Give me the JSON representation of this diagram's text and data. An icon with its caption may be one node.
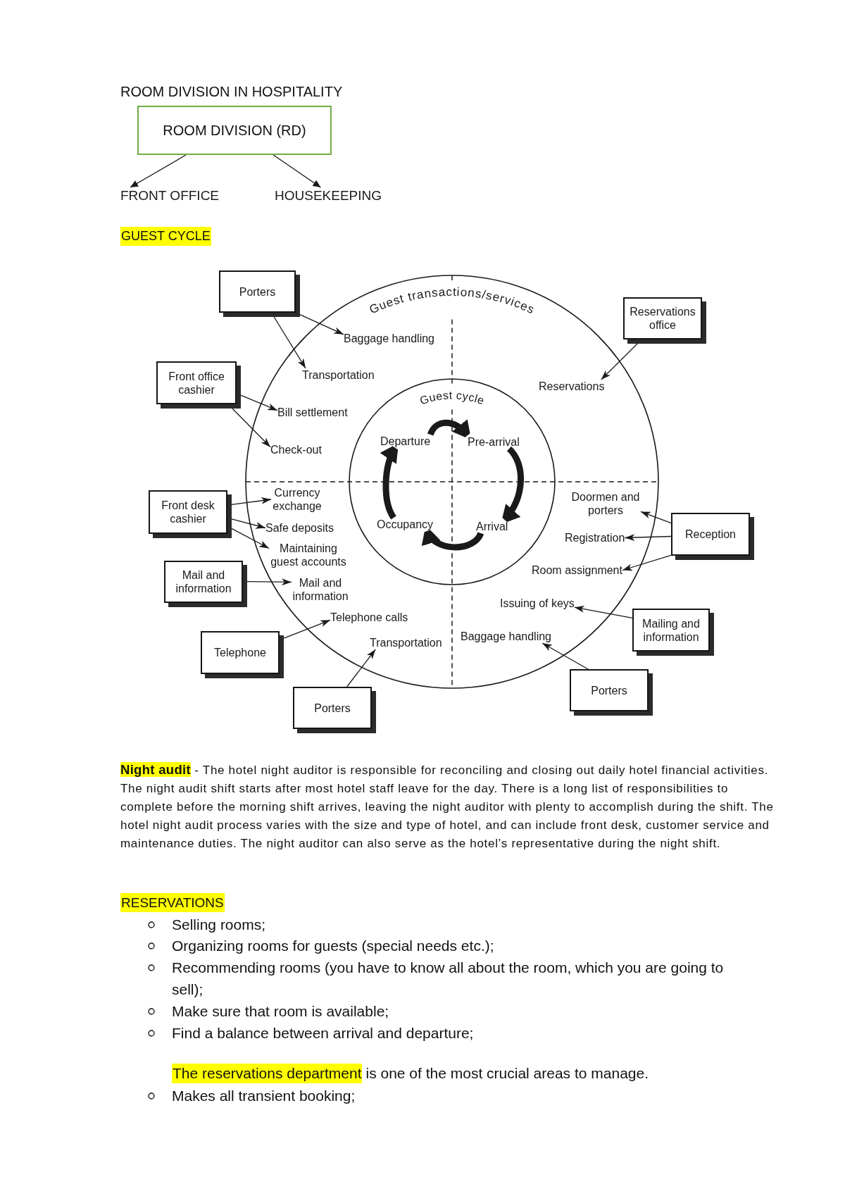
{
  "diagram": {
    "title": "ROOM DIVISION IN HOSPITALITY",
    "nodes": [
      {
        "text": [
          "ROOM DIVISION (RD)"
        ]
      },
      {
        "text": [
          "FRONT OFFICE"
        ]
      },
      {
        "text": [
          "HOUSEKEEPING"
        ]
      },
      {
        "text": [
          "Guest transactions/services"
        ]
      },
      {
        "text": [
          "Guest cycle"
        ],
        "in": 3
      },
      {
        "text": [
          "Departure"
        ],
        "in": 4
      },
      {
        "text": [
          "Pre-arrival"
        ],
        "in": 4
      },
      {
        "text": [
          "Occupancy"
        ],
        "in": 4
      },
      {
        "text": [
          "Arrival"
        ],
        "in": 4
      },
      {
        "text": [
          "Porters"
        ]
      },
      {
        "text": [
          "Baggage handling"
        ],
        "in": 3
      },
      {
        "text": [
          "Transportation"
        ],
        "in": 3
      },
      {
        "text": [
          "Reservations office"
        ]
      },
      {
        "text": [
          "Reservations"
        ],
        "in": 3
      },
      {
        "text": [
          "Front office cashier"
        ]
      },
      {
        "text": [
          "Bill settlement"
        ],
        "in": 3
      },
      {
        "text": [
          "Check-out"
        ],
        "in": 3
      },
      {
        "text": [
          "Front desk cashier"
        ]
      },
      {
        "text": [
          "Currency exchange"
        ],
        "in": 3
      },
      {
        "text": [
          "Safe deposits"
        ],
        "in": 3
      },
      {
        "text": [
          "Maintaining guest accounts"
        ],
        "in": 3
      },
      {
        "text": [
          "Doormen and porters"
        ],
        "in": 3
      },
      {
        "text": [
          "Reception"
        ]
      },
      {
        "text": [
          "Registration"
        ],
        "in": 3
      },
      {
        "text": [
          "Room assignment"
        ],
        "in": 3
      },
      {
        "text": [
          "Mail and information"
        ]
      },
      {
        "text": [
          "Mail and information"
        ],
        "in": 3
      },
      {
        "text": [
          "Issuing of keys"
        ],
        "in": 3
      },
      {
        "text": [
          "Mailing and information"
        ]
      },
      {
        "text": [
          "Telephone calls"
        ],
        "in": 3
      },
      {
        "text": [
          "Telephone"
        ]
      },
      {
        "text": [
          "Baggage handling"
        ],
        "in": 3
      },
      {
        "text": [
          "Transportation"
        ],
        "in": 3
      },
      {
        "text": [
          "Porters"
        ]
      },
      {
        "text": [
          "Porters"
        ]
      }
    ],
    "edges": [
      {
        "from": 0,
        "to": 1,
        "arrow": "to"
      },
      {
        "from": 0,
        "to": 2,
        "arrow": "to"
      },
      {
        "from": 5,
        "to": 6,
        "arrow": "to",
        "style": "thick"
      },
      {
        "from": 6,
        "to": 8,
        "arrow": "to",
        "style": "thick"
      },
      {
        "from": 8,
        "to": 7,
        "arrow": "to",
        "style": "thick"
      },
      {
        "from": 7,
        "to": 5,
        "arrow": "to",
        "style": "thick"
      },
      {
        "from": 9,
        "to": 10,
        "arrow": "to"
      },
      {
        "from": 9,
        "to": 11,
        "arrow": "to"
      },
      {
        "from": 12,
        "to": 13,
        "arrow": "to"
      },
      {
        "from": 14,
        "to": 15,
        "arrow": "to"
      },
      {
        "from": 14,
        "to": 16,
        "arrow": "to"
      },
      {
        "from": 17,
        "to": 18,
        "arrow": "to"
      },
      {
        "from": 17,
        "to": 19,
        "arrow": "to"
      },
      {
        "from": 17,
        "to": 20,
        "arrow": "to"
      },
      {
        "from": 22,
        "to": 21,
        "arrow": "to"
      },
      {
        "from": 22,
        "to": 23,
        "arrow": "to"
      },
      {
        "from": 22,
        "to": 24,
        "arrow": "to"
      },
      {
        "from": 25,
        "to": 26,
        "arrow": "to"
      },
      {
        "from": 28,
        "to": 27,
        "arrow": "to"
      },
      {
        "from": 30,
        "to": 29,
        "arrow": "to"
      },
      {
        "from": 33,
        "to": 31,
        "arrow": "to"
      },
      {
        "from": 34,
        "to": 32,
        "arrow": "to"
      }
    ],
    "labels": [
      "GUEST CYCLE",
      "**Night audit** - The hotel night auditor is responsible for reconciling and closing out daily hotel financial activities. The night audit shift starts after most hotel staff leave for the day. There is a long list of responsibilities to complete before the morning shift arrives, leaving the night auditor with plenty to accomplish during the shift. The hotel night audit process varies with the size and type of hotel, and can include front desk, customer service and maintenance duties. The night auditor can also serve as the hotel’s representative during the night shift.",
      "RESERVATIONS",
      "Selling rooms;",
      "Organizing rooms for guests (special needs etc.);",
      "Recommending rooms (you have to know all about the room, which you are going to sell);",
      "Make sure that room is available;",
      "Find a balance between arrival and departure;",
      "The reservations department",
      "is one of the most crucial areas to manage.",
      "Makes all transient booking;"
    ]
  }
}
